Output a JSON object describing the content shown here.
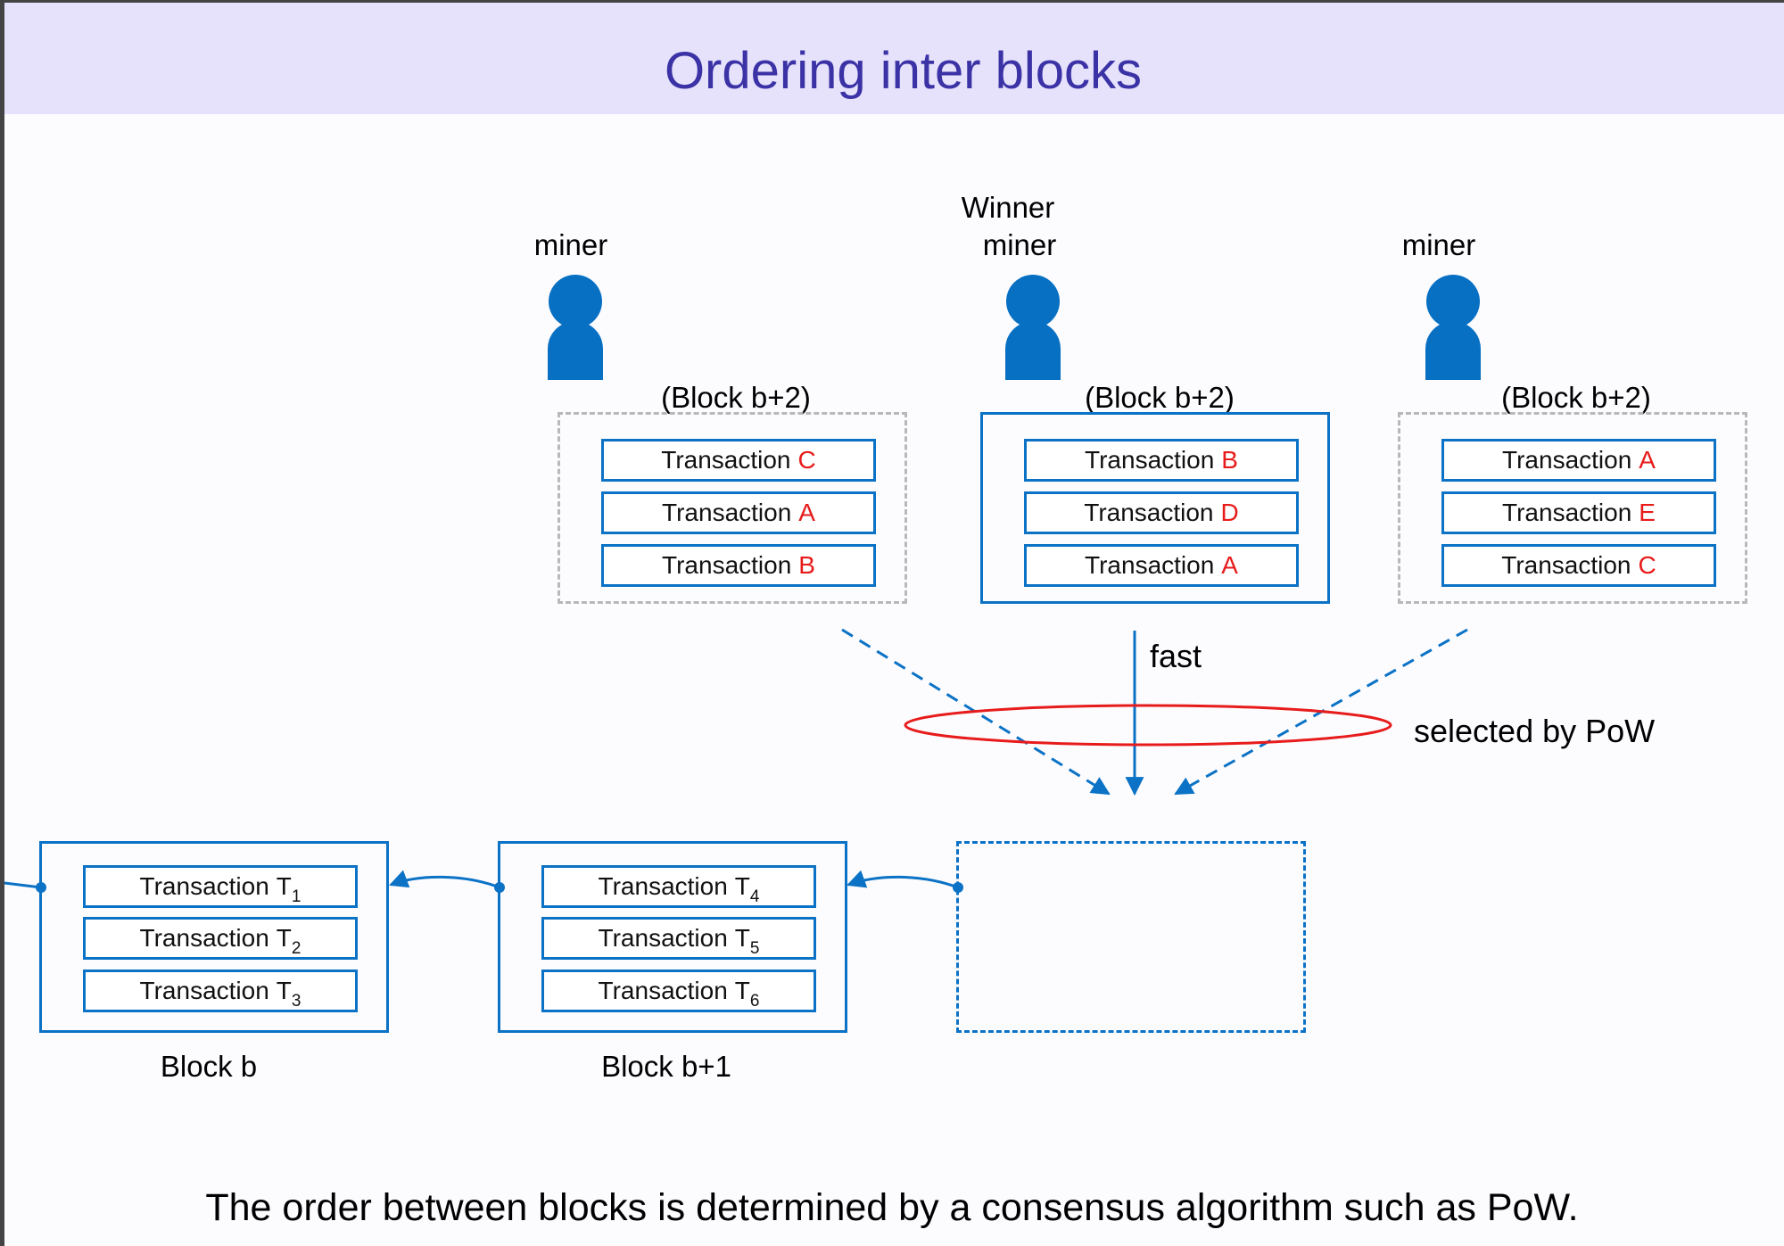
{
  "title": "Ordering inter blocks",
  "miners": [
    {
      "label_top": "",
      "label": "miner",
      "block_label": "(Block b+2)",
      "winner": false,
      "transactions": [
        {
          "label": "Transaction",
          "id": "C"
        },
        {
          "label": "Transaction",
          "id": "A"
        },
        {
          "label": "Transaction",
          "id": "B"
        }
      ]
    },
    {
      "label_top": "Winner",
      "label": "miner",
      "block_label": "(Block b+2)",
      "winner": true,
      "transactions": [
        {
          "label": "Transaction",
          "id": "B"
        },
        {
          "label": "Transaction",
          "id": "D"
        },
        {
          "label": "Transaction",
          "id": "A"
        }
      ]
    },
    {
      "label_top": "",
      "label": "miner",
      "block_label": "(Block b+2)",
      "winner": false,
      "transactions": [
        {
          "label": "Transaction",
          "id": "A"
        },
        {
          "label": "Transaction",
          "id": "E"
        },
        {
          "label": "Transaction",
          "id": "C"
        }
      ]
    }
  ],
  "fast_label": "fast",
  "selection_label": "selected by PoW",
  "chain": [
    {
      "label": "Block b",
      "transactions": [
        {
          "label": "Transaction",
          "t": "T",
          "n": "1"
        },
        {
          "label": "Transaction",
          "t": "T",
          "n": "2"
        },
        {
          "label": "Transaction",
          "t": "T",
          "n": "3"
        }
      ]
    },
    {
      "label": "Block b+1",
      "transactions": [
        {
          "label": "Transaction",
          "t": "T",
          "n": "4"
        },
        {
          "label": "Transaction",
          "t": "T",
          "n": "5"
        },
        {
          "label": "Transaction",
          "t": "T",
          "n": "6"
        }
      ]
    }
  ],
  "footer": "The order between blocks is determined by a consensus algorithm such as PoW.",
  "colors": {
    "block_blue": "#0b72c5",
    "person_blue": "#0870c3",
    "highlight_red": "#e81b1b",
    "title_color": "#3b32a6",
    "title_bg": "#e6e2fc",
    "candidate_gray": "#b8b8b8"
  }
}
